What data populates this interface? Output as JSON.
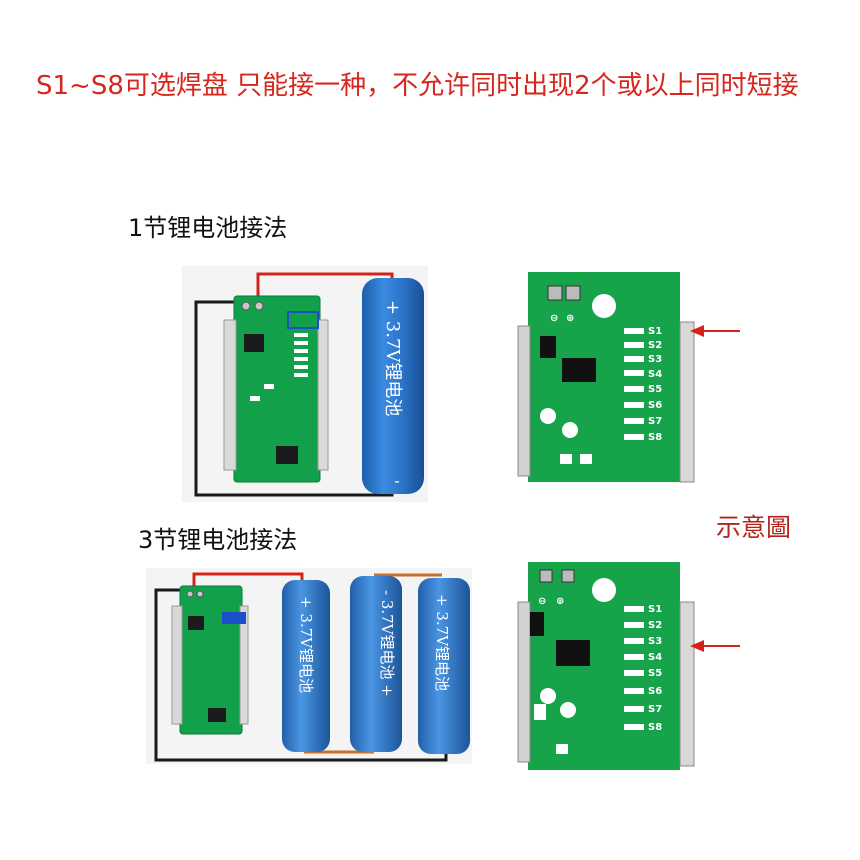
{
  "headline": "S1~S8可选焊盘 只能接一种，不允许同时出现2个或以上同时短接",
  "single_cell": {
    "title": "1节锂电池接法",
    "battery_label": "+ 3.7V锂电池",
    "battery_minus": "-"
  },
  "three_cell": {
    "title": "3节锂电池接法",
    "battery1_label": "+ 3.7V锂电池",
    "battery2_label": "- 3.7V锂电池 +",
    "battery3_label": "+ 3.7V锂电池"
  },
  "pcb_marks": {
    "minus": "⊖",
    "plus": "⊕",
    "pads": [
      "S1",
      "S2",
      "S3",
      "S4",
      "S5",
      "S6",
      "S7",
      "S8"
    ]
  },
  "diagram_caption": "示意圖",
  "colors": {
    "headline": "#d7261e",
    "pcb_green": "#12a14a",
    "battery_blue": "#2b74c9",
    "wire_red": "#d4231a",
    "arrow_red": "#d4231a"
  }
}
